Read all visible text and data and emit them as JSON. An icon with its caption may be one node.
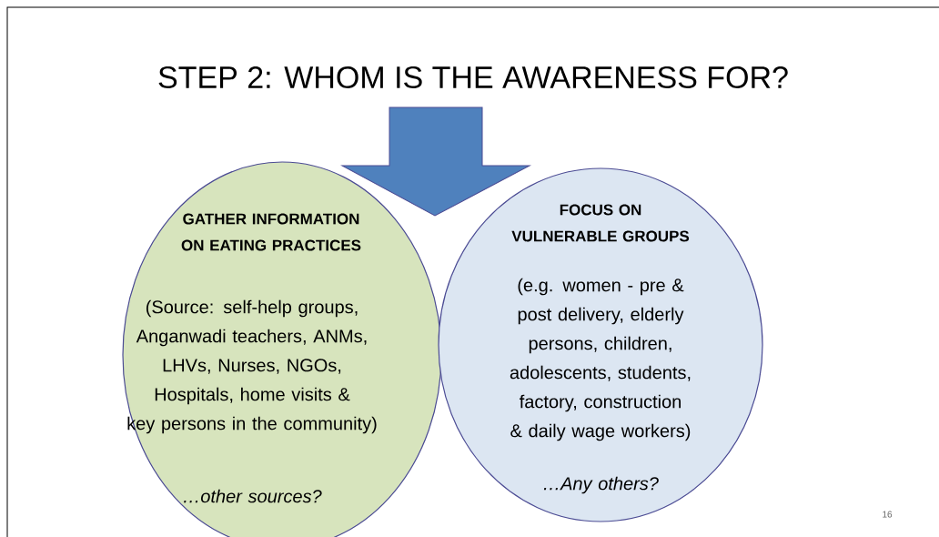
{
  "diagram": {
    "title": "STEP 2: WHOM IS THE AWARENESS FOR?",
    "nodes": [
      {
        "text": [
          "GATHER INFORMATION ON EATING PRACTICES",
          "(Source: self-help groups, Anganwadi teachers, ANMs, LHVs, Nurses, NGOs, Hospitals, home visits & key persons in the community)",
          "…other sources?"
        ]
      },
      {
        "text": [
          "FOCUS ON VULNERABLE GROUPS",
          "(e.g. women - pre & post delivery, elderly persons, children, adolescents, students, factory, construction & daily wage workers)",
          "…Any others?"
        ]
      }
    ],
    "edges": [
      {
        "from": null,
        "to": 0,
        "arrow": "to"
      },
      {
        "from": null,
        "to": 1,
        "arrow": "to"
      }
    ],
    "labels": [
      "16"
    ]
  }
}
